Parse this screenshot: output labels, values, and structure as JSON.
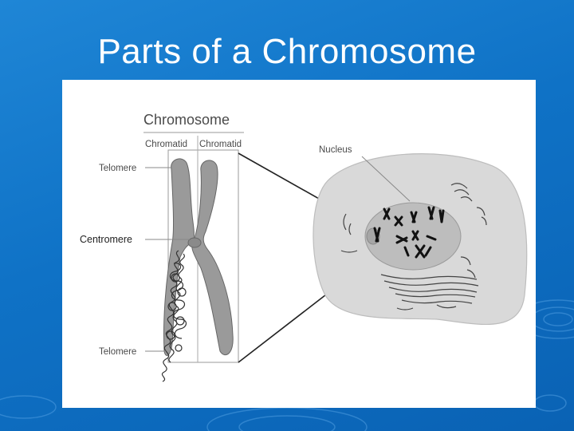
{
  "slide": {
    "title": "Parts of a Chromosome"
  },
  "diagram": {
    "heading": "Chromosome",
    "chromatid_left": "Chromatid",
    "chromatid_right": "Chromatid",
    "telomere_top": "Telomere",
    "centromere": "Centromere",
    "telomere_bottom": "Telomere",
    "nucleus": "Nucleus"
  },
  "colors": {
    "background": "#1478cc",
    "chromosome_fill": "#9a9a9a",
    "cell_fill": "#d9d9d9",
    "nucleus_fill": "#bdbdbd"
  }
}
